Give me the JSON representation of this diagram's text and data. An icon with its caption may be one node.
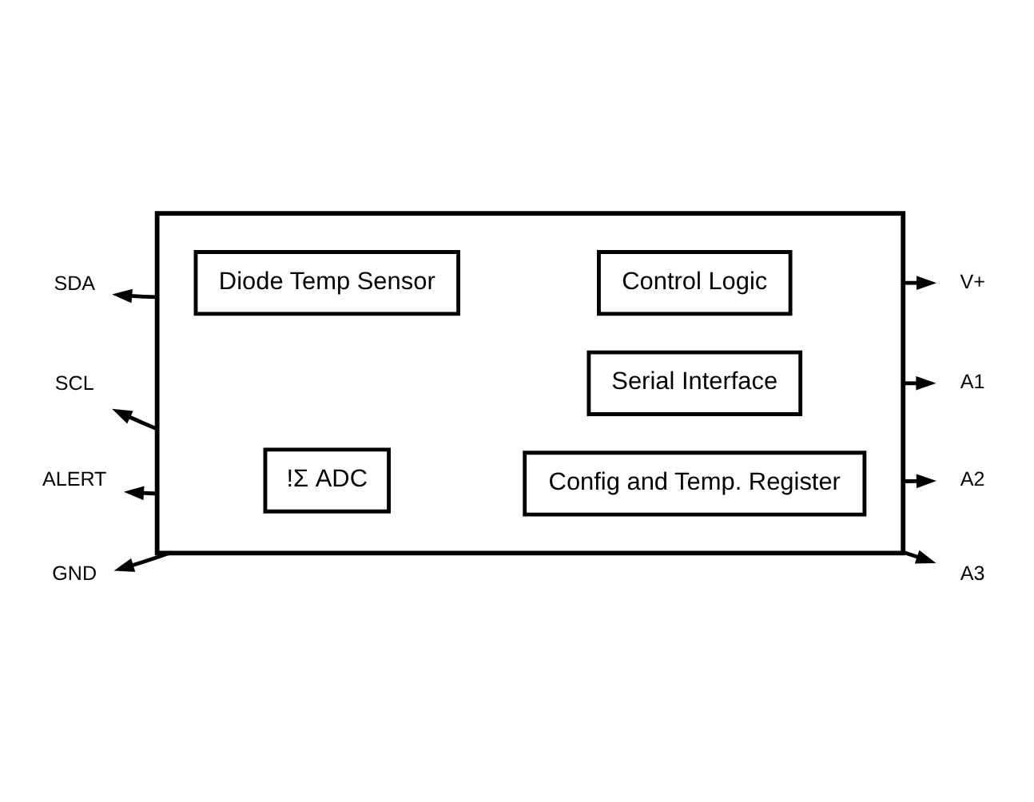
{
  "diagram": {
    "nodes": [
      {
        "text": [],
        "shape": "box"
      },
      {
        "text": [
          "Diode Temp Sensor"
        ],
        "in": 0
      },
      {
        "text": [
          "Control Logic"
        ],
        "in": 0
      },
      {
        "text": [
          "!Σ ADC"
        ],
        "in": 0
      },
      {
        "text": [
          "Serial Interface"
        ],
        "in": 0
      },
      {
        "text": [
          "Config and Temp. Register"
        ],
        "in": 0
      },
      {
        "text": [
          "SDA"
        ]
      },
      {
        "text": [
          "V+"
        ]
      },
      {
        "text": [
          "SCL"
        ]
      },
      {
        "text": [
          "A1"
        ]
      },
      {
        "text": [
          "ALERT"
        ]
      },
      {
        "text": [
          "A2"
        ]
      },
      {
        "text": [
          "GND"
        ]
      },
      {
        "text": [
          "A3"
        ]
      }
    ],
    "edges": [
      {
        "from": 0,
        "to": 6,
        "arrow": "to"
      },
      {
        "from": 0,
        "to": 7,
        "arrow": "to"
      },
      {
        "from": 0,
        "to": 8,
        "arrow": "to"
      },
      {
        "from": 0,
        "to": 9,
        "arrow": "to"
      },
      {
        "from": 0,
        "to": 10,
        "arrow": "to"
      },
      {
        "from": 0,
        "to": 11,
        "arrow": "to"
      },
      {
        "from": 0,
        "to": 12,
        "arrow": "to"
      },
      {
        "from": 0,
        "to": 13,
        "arrow": "to"
      }
    ]
  }
}
